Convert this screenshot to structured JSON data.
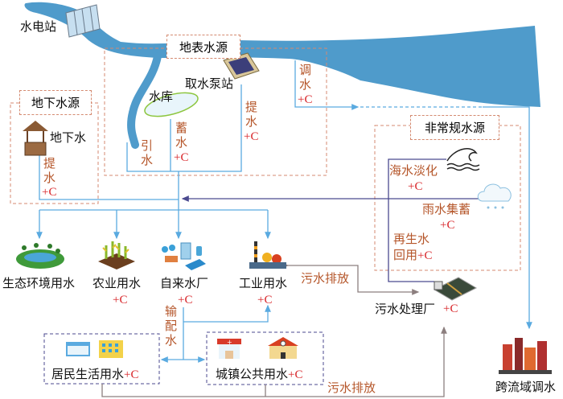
{
  "title": "水资源循环利用示意图",
  "colors": {
    "river": "#4f9bcb",
    "flow": "#5aaae0",
    "dashed_border": "#d48a70",
    "orange_text": "#b5562a",
    "carbon": "#d8262a",
    "recycle": "#4b4a8f",
    "sewage": "#8c7f7f"
  },
  "sources": {
    "hydro": "水电站",
    "surface": {
      "title": "地表水源",
      "pump": "取水泵站",
      "reservoir": "水库",
      "divert": "引水",
      "store": "蓄水",
      "lift": "提水",
      "transfer": "调水"
    },
    "ground": {
      "title": "地下水源",
      "well": "地下水",
      "lift": "提水"
    },
    "unconventional": {
      "title": "非常规水源",
      "desal": "海水淡化",
      "rain": "雨水集蓄",
      "reuse_1": "再生水",
      "reuse_2": "回用"
    }
  },
  "carbon": "+C",
  "users": {
    "eco": "生态环境用水",
    "agri": "农业用水",
    "plant": "自来水厂",
    "industry": "工业用水",
    "distribution": "输配水",
    "resident": "居民生活用水",
    "public": "城镇公共用水",
    "sewage_plant": "污水处理厂",
    "cross_basin": "跨流域调水"
  },
  "sewage_discharge": "污水排放"
}
